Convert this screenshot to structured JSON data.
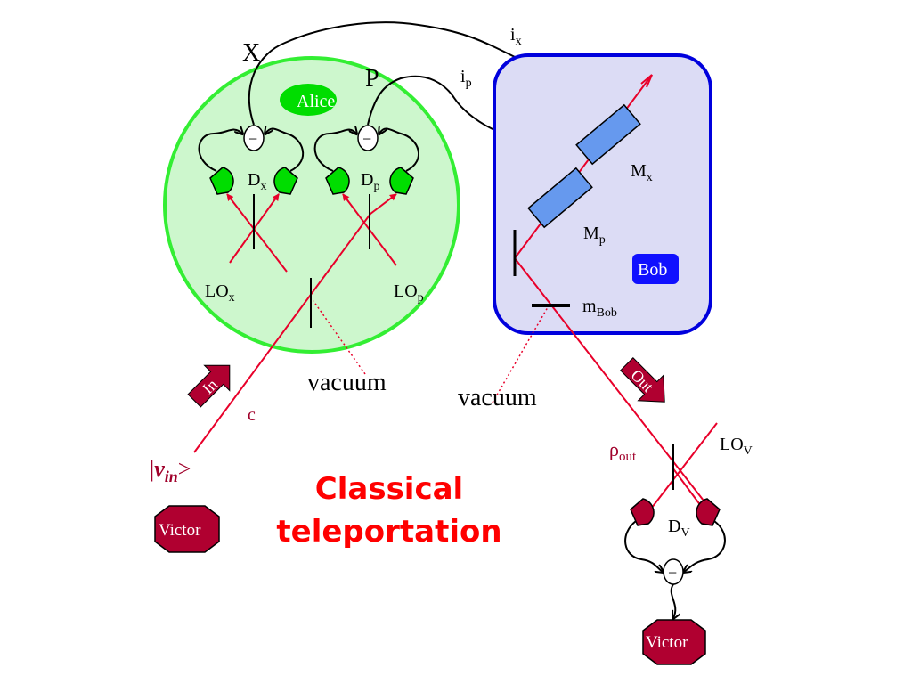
{
  "title": {
    "line1": "Classical",
    "line2": "teleportation"
  },
  "alice": {
    "name": "Alice",
    "signals": {
      "x": "X",
      "p": "P"
    },
    "detectors": {
      "x_base": "D",
      "x_sub": "x",
      "p_base": "D",
      "p_sub": "p"
    },
    "local_oscillators": {
      "x_base": "LO",
      "x_sub": "x",
      "p_base": "LO",
      "p_sub": "p"
    },
    "subtract_symbol": "−"
  },
  "bob": {
    "name": "Bob",
    "currents": {
      "x_base": "i",
      "x_sub": "x",
      "p_base": "i",
      "p_sub": "p"
    },
    "modulators": {
      "x_base": "M",
      "x_sub": "x",
      "p_base": "M",
      "p_sub": "p"
    },
    "mirror": {
      "base": "m",
      "sub": "Bob"
    }
  },
  "labels": {
    "vacuum_left": "vacuum",
    "vacuum_right": "vacuum",
    "channel": "c",
    "in_arrow": "In",
    "out_arrow": "Out"
  },
  "input_state": {
    "open": "|",
    "symbol": "v",
    "sub": "in",
    "close": ">"
  },
  "output_state": {
    "base": "ρ",
    "sub": "out"
  },
  "verifier": {
    "name": "Victor",
    "lo_base": "LO",
    "lo_sub": "V",
    "detector_base": "D",
    "detector_sub": "V",
    "subtract_symbol": "−"
  },
  "colors": {
    "alice_fill": "#cdf7cd",
    "alice_border": "#33ee33",
    "bob_fill": "#dcdcf5",
    "bob_border": "#0000dd",
    "beam": "#e8002a",
    "detector_green": "#00dd00",
    "detector_red": "#a0002a",
    "modulator_blue": "#6699ee",
    "victor_fill": "#b00030",
    "title_red": "#ff0000"
  }
}
